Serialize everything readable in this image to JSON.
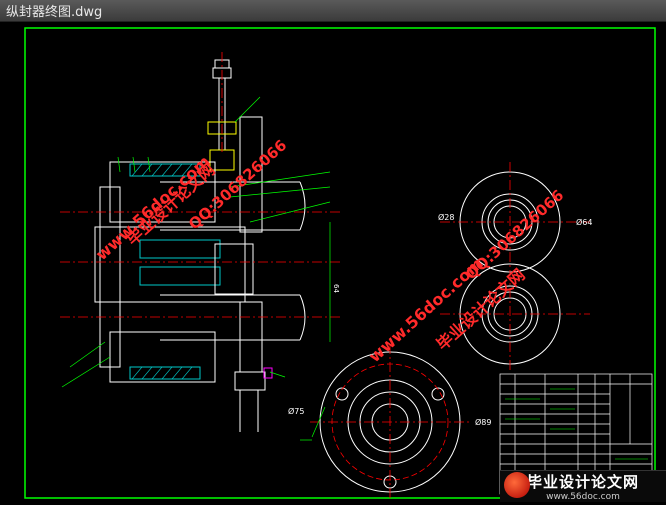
{
  "window": {
    "title": "纵封器终图.dwg"
  },
  "drawing": {
    "dims": {
      "d75": "Ø75",
      "d89": "Ø89",
      "d28": "Ø28",
      "d64": "Ø64",
      "r64": "64"
    }
  },
  "watermarks": {
    "site1": "www.56doc.com",
    "brand1": "毕业设计论文网",
    "qq1": "QQ:306826066",
    "site2": "www.56doc.com",
    "brand2": "毕业设计论文网",
    "qq2": "QQ:306826066"
  },
  "footer": {
    "brand": "毕业设计论文网",
    "url": "www.56doc.com"
  },
  "colors": {
    "frame": "#00ff00",
    "center": "#ff0000",
    "lines": "#ffffff",
    "hatch": "#00c8c8",
    "yellow": "#ffff00"
  }
}
